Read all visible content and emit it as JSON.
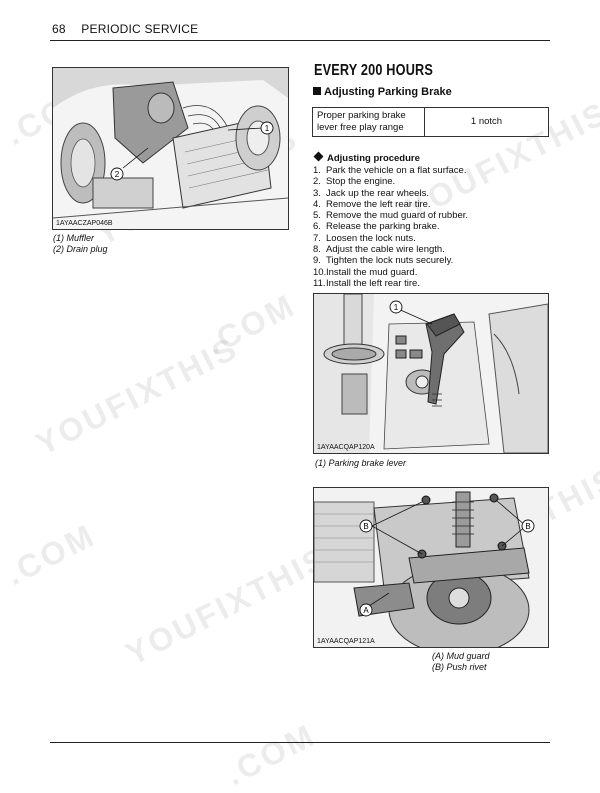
{
  "header": {
    "page_number": "68",
    "section": "PERIODIC SERVICE"
  },
  "left_figure": {
    "code": "1AYAACZAP046B",
    "callouts": [
      "1",
      "2"
    ],
    "captions": [
      "(1) Muffler",
      "(2) Drain plug"
    ]
  },
  "main": {
    "title": "EVERY 200 HOURS",
    "subtitle": "Adjusting Parking Brake",
    "spec": {
      "label": "Proper parking brake lever free play range",
      "value": "1 notch"
    },
    "procedure_heading": "Adjusting procedure",
    "steps": [
      {
        "n": "1.",
        "text": "Park the vehicle on a flat surface."
      },
      {
        "n": "2.",
        "text": "Stop the engine."
      },
      {
        "n": "3.",
        "text": "Jack up the rear wheels."
      },
      {
        "n": "4.",
        "text": "Remove the left rear tire."
      },
      {
        "n": "5.",
        "text": "Remove the mud guard of rubber."
      },
      {
        "n": "6.",
        "text": "Release the parking brake."
      },
      {
        "n": "7.",
        "text": "Loosen the lock nuts."
      },
      {
        "n": "8.",
        "text": "Adjust the cable wire length."
      },
      {
        "n": "9.",
        "text": "Tighten the lock nuts securely."
      },
      {
        "n": "10.",
        "text": "Install the mud guard."
      },
      {
        "n": "11.",
        "text": "Install the left rear tire."
      }
    ]
  },
  "figure_brake_lever": {
    "code": "1AYAACQAP120A",
    "callouts": [
      "1"
    ],
    "captions": [
      "(1) Parking brake lever"
    ]
  },
  "figure_mud_guard": {
    "code": "1AYAACQAP121A",
    "callouts": [
      "B",
      "B",
      "A"
    ],
    "captions": [
      "(A) Mud guard",
      "(B) Push rivet"
    ]
  },
  "watermarks": [
    "YOUFIXTHIS",
    ".COM"
  ],
  "colors": {
    "text": "#111111",
    "rule": "#222222",
    "watermark": "#a0a0a0"
  }
}
